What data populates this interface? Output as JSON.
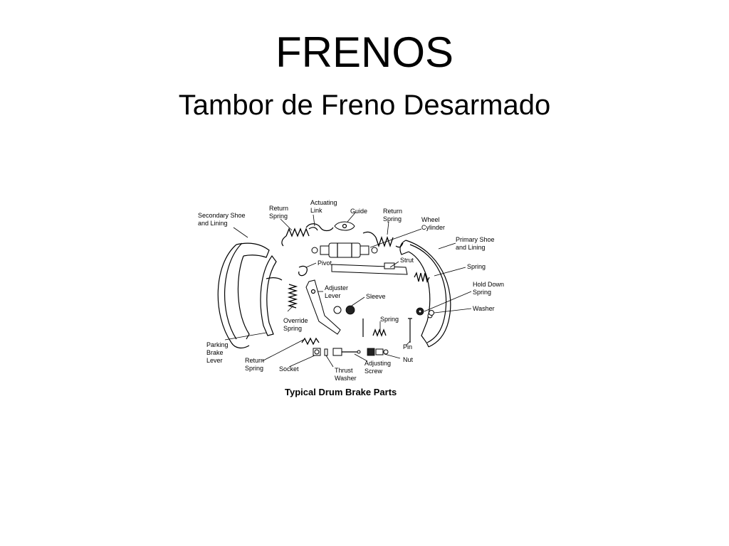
{
  "slide": {
    "title": "FRENOS",
    "subtitle": "Tambor de Freno Desarmado"
  },
  "diagram": {
    "caption": "Typical Drum Brake Parts",
    "labels": {
      "secondary_shoe_1": "Secondary Shoe",
      "secondary_shoe_2": "and Lining",
      "return_spring_top_1": "Return",
      "return_spring_top_2": "Spring",
      "actuating_link_1": "Actuating",
      "actuating_link_2": "Link",
      "guide": "Guide",
      "return_spring_right_1": "Return",
      "return_spring_right_2": "Spring",
      "wheel_cylinder_1": "Wheel",
      "wheel_cylinder_2": "Cylinder",
      "primary_shoe_1": "Primary Shoe",
      "primary_shoe_2": "and Lining",
      "strut": "Strut",
      "spring_right": "Spring",
      "hold_down_1": "Hold Down",
      "hold_down_2": "Spring",
      "washer": "Washer",
      "pivot": "Pivot",
      "adjuster_lever_1": "Adjuster",
      "adjuster_lever_2": "Lever",
      "sleeve": "Sleeve",
      "spring_lower": "Spring",
      "pin": "Pin",
      "nut": "Nut",
      "override_spring_1": "Override",
      "override_spring_2": "Spring",
      "parking_brake_1": "Parking",
      "parking_brake_2": "Brake",
      "parking_brake_3": "Lever",
      "return_spring_bottom_1": "Return",
      "return_spring_bottom_2": "Spring",
      "socket": "Socket",
      "thrust_washer_1": "Thrust",
      "thrust_washer_2": "Washer",
      "adjusting_screw_1": "Adjusting",
      "adjusting_screw_2": "Screw"
    }
  }
}
